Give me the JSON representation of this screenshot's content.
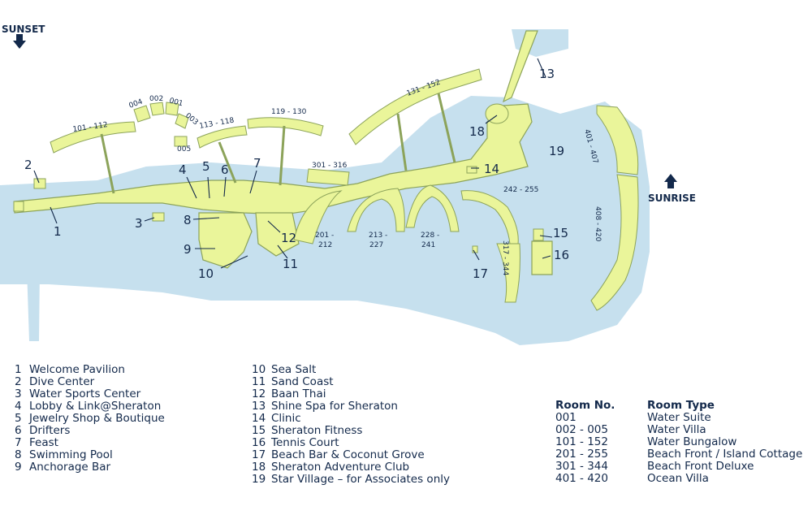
{
  "map": {
    "compass": {
      "west": "SUNSET",
      "east": "SUNRISE"
    },
    "colors": {
      "water": "#c6e0ee",
      "land": "#eaf59a",
      "outline": "#8ca35a",
      "text": "#13294b"
    },
    "markers": [
      "1",
      "2",
      "3",
      "4",
      "5",
      "6",
      "7",
      "8",
      "9",
      "10",
      "11",
      "12",
      "13",
      "14",
      "15",
      "16",
      "17",
      "18",
      "19"
    ],
    "room_labels": {
      "r101": "101 - 112",
      "r004": "004",
      "r002": "002",
      "r001": "001",
      "r003": "003",
      "r005": "005",
      "r113": "113 - 118",
      "r119": "119 - 130",
      "r131": "131 - 152",
      "r301": "301 - 316",
      "r201a": "201 -",
      "r201b": "212",
      "r213a": "213 -",
      "r213b": "227",
      "r228a": "228 -",
      "r228b": "241",
      "r242": "242 - 255",
      "r317": "317 - 344",
      "r401": "401 - 407",
      "r408": "408 - 420"
    }
  },
  "legend_left": [
    {
      "n": "1",
      "label": "Welcome Pavilion"
    },
    {
      "n": "2",
      "label": "Dive Center"
    },
    {
      "n": "3",
      "label": "Water Sports Center"
    },
    {
      "n": "4",
      "label": "Lobby & Link@Sheraton"
    },
    {
      "n": "5",
      "label": "Jewelry Shop & Boutique"
    },
    {
      "n": "6",
      "label": "Drifters"
    },
    {
      "n": "7",
      "label": "Feast"
    },
    {
      "n": "8",
      "label": "Swimming Pool"
    },
    {
      "n": "9",
      "label": "Anchorage Bar"
    }
  ],
  "legend_mid": [
    {
      "n": "10",
      "label": "Sea Salt"
    },
    {
      "n": "11",
      "label": "Sand Coast"
    },
    {
      "n": "12",
      "label": "Baan Thai"
    },
    {
      "n": "13",
      "label": "Shine Spa for Sheraton"
    },
    {
      "n": "14",
      "label": "Clinic"
    },
    {
      "n": "15",
      "label": "Sheraton Fitness"
    },
    {
      "n": "16",
      "label": "Tennis Court"
    },
    {
      "n": "17",
      "label": "Beach Bar & Coconut Grove"
    },
    {
      "n": "18",
      "label": "Sheraton Adventure Club"
    },
    {
      "n": "19",
      "label": "Star Village – for Associates only"
    }
  ],
  "room_table": {
    "header_no": "Room No.",
    "header_type": "Room Type",
    "rows": [
      {
        "no": "001",
        "type": "Water Suite"
      },
      {
        "no": "002 - 005",
        "type": "Water Villa"
      },
      {
        "no": "101 - 152",
        "type": "Water Bungalow"
      },
      {
        "no": "201 - 255",
        "type": "Beach Front / Island Cottage"
      },
      {
        "no": "301 - 344",
        "type": "Beach Front Deluxe"
      },
      {
        "no": "401 - 420",
        "type": "Ocean Villa"
      }
    ]
  }
}
